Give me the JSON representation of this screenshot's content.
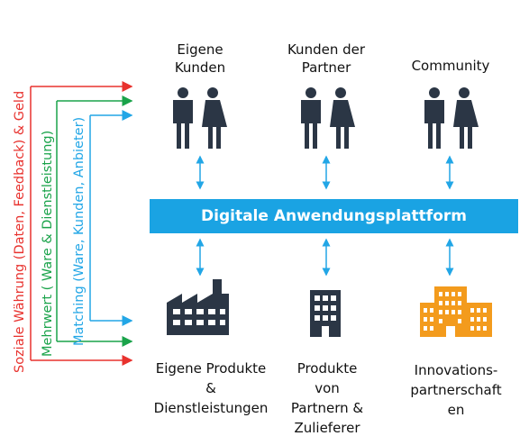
{
  "labels": {
    "social": "Soziale Währung (Daten, Feedback) & Geld",
    "value": "Mehrwert ( Ware & Dienstleistung)",
    "matching": "Matching (Ware, Kunden, Anbieter)"
  },
  "platform": "Digitale Anwendungsplattform",
  "top_groups": [
    {
      "label_line1": "Eigene",
      "label_line2": "Kunden"
    },
    {
      "label_line1": "Kunden der",
      "label_line2": "Partner"
    },
    {
      "label_line1": "Community",
      "label_line2": ""
    }
  ],
  "bottom_groups": [
    {
      "lines": [
        "Eigene Produkte",
        "&",
        "Dienstleistungen"
      ]
    },
    {
      "lines": [
        "Produkte",
        "von",
        "Partnern &",
        "Zulieferer"
      ]
    },
    {
      "lines": [
        "Innovations-",
        "partnerschaft",
        "en"
      ]
    }
  ],
  "colors": {
    "red": "#e8322e",
    "green": "#1aa34a",
    "blue": "#22a6e6",
    "platform": "#1aa3e3",
    "icon_dark": "#2b3645",
    "building_orange": "#f39b1d"
  },
  "icons": [
    "male-icon",
    "female-icon",
    "factory-icon",
    "office-building-icon",
    "company-building-icon"
  ]
}
